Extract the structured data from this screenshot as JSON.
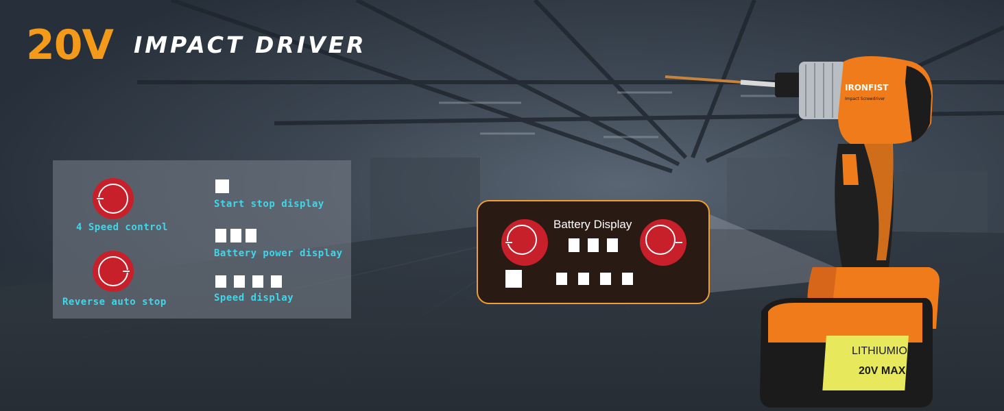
{
  "headline": {
    "voltage": "20V",
    "title": "IMPACT DRIVER"
  },
  "features": {
    "speed_control": "4 Speed control",
    "reverse_auto_stop": "Reverse auto stop",
    "start_stop": "Start stop display",
    "battery_power": "Battery power display",
    "speed_display": "Speed display"
  },
  "callout": {
    "title": "Battery Display"
  },
  "tool": {
    "brand": "IRONFIST",
    "model": "Impact Screwdriver",
    "battery_label": "LITHIUMION",
    "battery_rating": "20V MAX"
  },
  "colors": {
    "accent_orange": "#f39a1a",
    "cyan_label": "#41d6e8",
    "knob_red": "#c7202a"
  }
}
